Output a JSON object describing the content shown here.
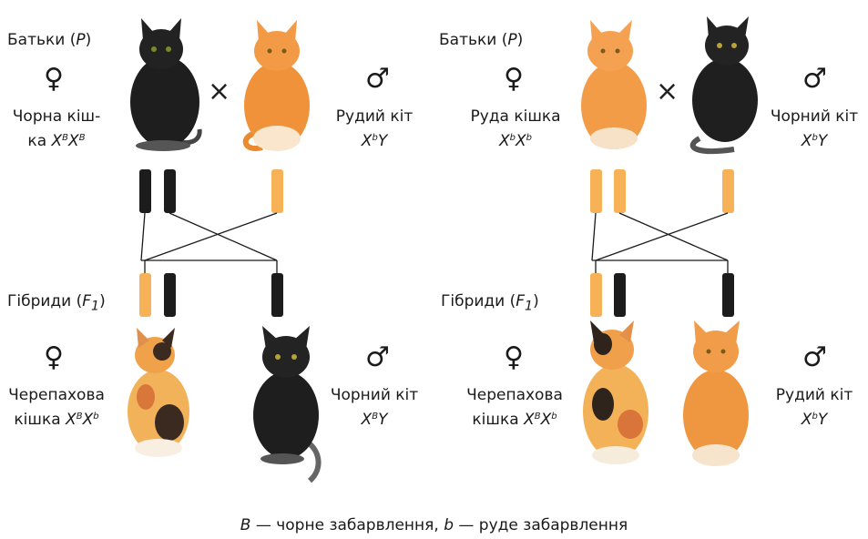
{
  "left": {
    "parents_label": "Батьки",
    "parents_sym": "P",
    "female_symbol": "♀",
    "male_symbol": "♂",
    "mother_name_1": "Чорна кіш-",
    "mother_name_2": "ка",
    "mother_genotype": {
      "a": "X",
      "a_sup": "B",
      "b": "X",
      "b_sup": "B"
    },
    "father_name": "Рудий кіт",
    "father_genotype": {
      "a": "X",
      "a_sup": "b",
      "b": "Y"
    },
    "cross": "×",
    "hybrids_label": "Гібриди",
    "hybrids_sym": "F",
    "hybrids_sub": "1",
    "daughter_name_1": "Черепахова",
    "daughter_name_2": "кішка",
    "daughter_genotype": {
      "a": "X",
      "a_sup": "B",
      "b": "X",
      "b_sup": "b"
    },
    "son_name": "Чорний кіт",
    "son_genotype": {
      "a": "X",
      "a_sup": "B",
      "b": "Y"
    }
  },
  "right": {
    "parents_label": "Батьки",
    "parents_sym": "P",
    "female_symbol": "♀",
    "male_symbol": "♂",
    "mother_name": "Руда кішка",
    "mother_genotype": {
      "a": "X",
      "a_sup": "b",
      "b": "X",
      "b_sup": "b"
    },
    "father_name": "Чорний кіт",
    "father_genotype": {
      "a": "X",
      "a_sup": "b",
      "b": "Y"
    },
    "cross": "×",
    "hybrids_label": "Гібриди",
    "hybrids_sym": "F",
    "hybrids_sub": "1",
    "daughter_name_1": "Черепахова",
    "daughter_name_2": "кішка",
    "daughter_genotype": {
      "a": "X",
      "a_sup": "B",
      "b": "X",
      "b_sup": "b"
    },
    "son_name": "Рудий кіт",
    "son_genotype": {
      "a": "X",
      "a_sup": "b",
      "b": "Y"
    }
  },
  "legend": {
    "b_upper": "B",
    "b_upper_text": " — чорне забарвлення, ",
    "b_lower": "b",
    "b_lower_text": " — руде забарвлення"
  },
  "colors": {
    "black_chromosome": "#1c1c1c",
    "orange_chromosome": "#f7b257"
  }
}
